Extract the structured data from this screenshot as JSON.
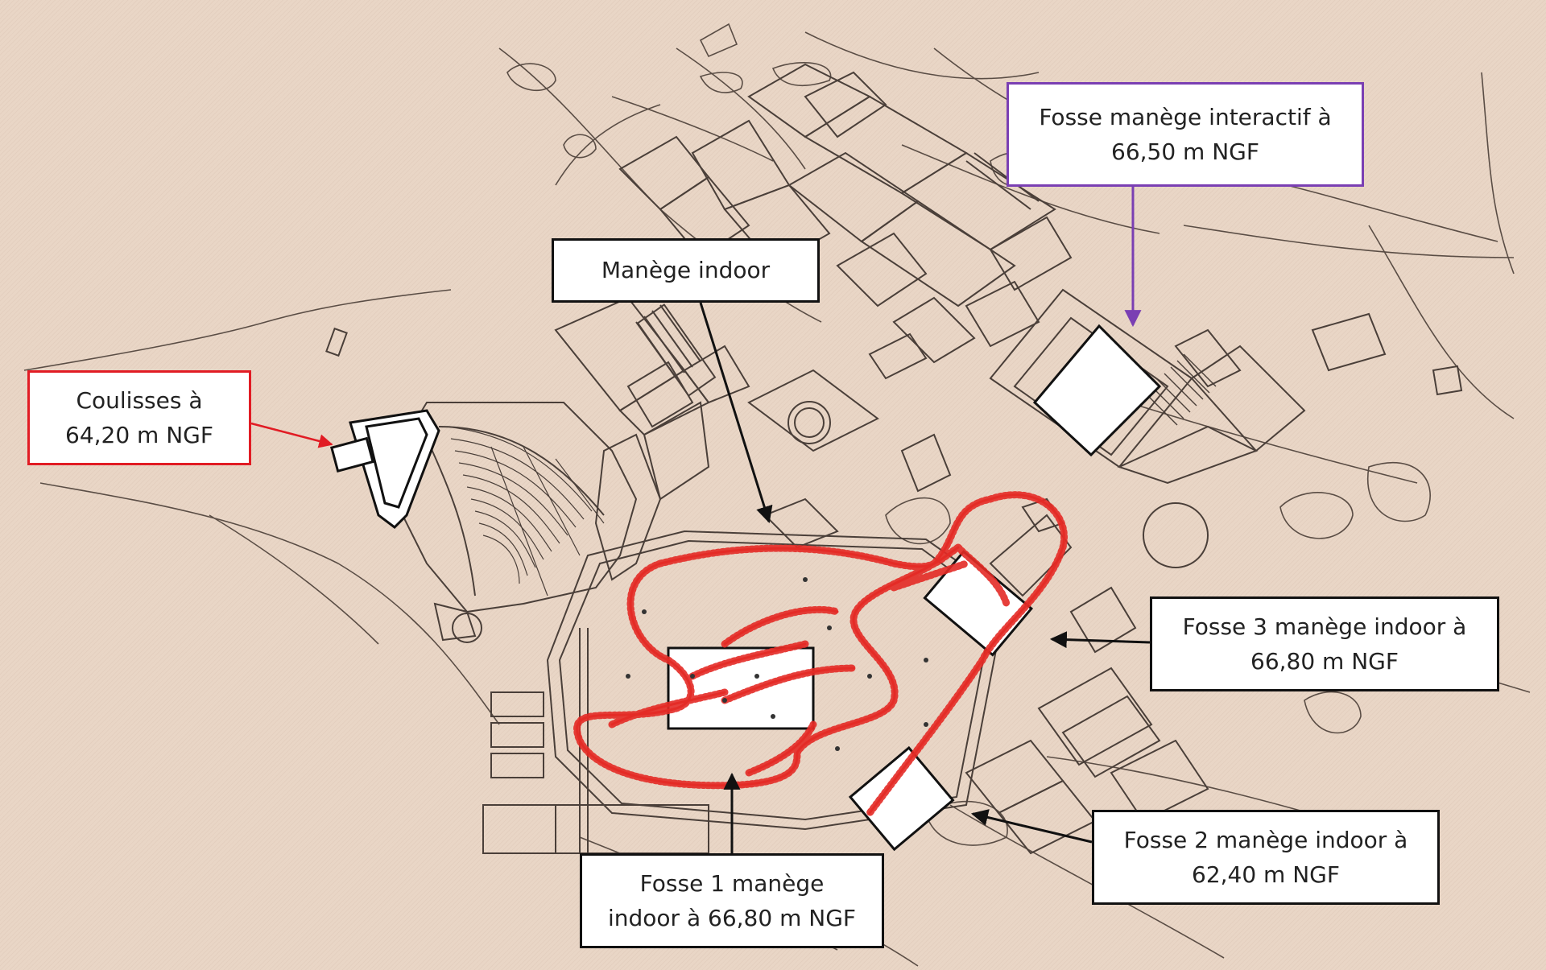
{
  "colors": {
    "background": "#e9d6c6",
    "linework": "#4a3f39",
    "track": "#e42b26",
    "coulisses_callout": "#e11c24",
    "interactif_callout": "#7a3fb3",
    "black_callout": "#111111"
  },
  "callouts": {
    "interactif": {
      "line1": "Fosse manège interactif à",
      "line2": "66,50 m NGF"
    },
    "indoor": {
      "line1": "Manège indoor"
    },
    "coulisses": {
      "line1": "Coulisses à",
      "line2": "64,20 m NGF"
    },
    "fosse3": {
      "line1": "Fosse 3 manège indoor à",
      "line2": "66,80 m NGF"
    },
    "fosse2": {
      "line1": "Fosse 2 manège indoor à",
      "line2": "62,40 m NGF"
    },
    "fosse1": {
      "line1": "Fosse 1 manège",
      "line2": "indoor à 66,80 m NGF"
    }
  }
}
